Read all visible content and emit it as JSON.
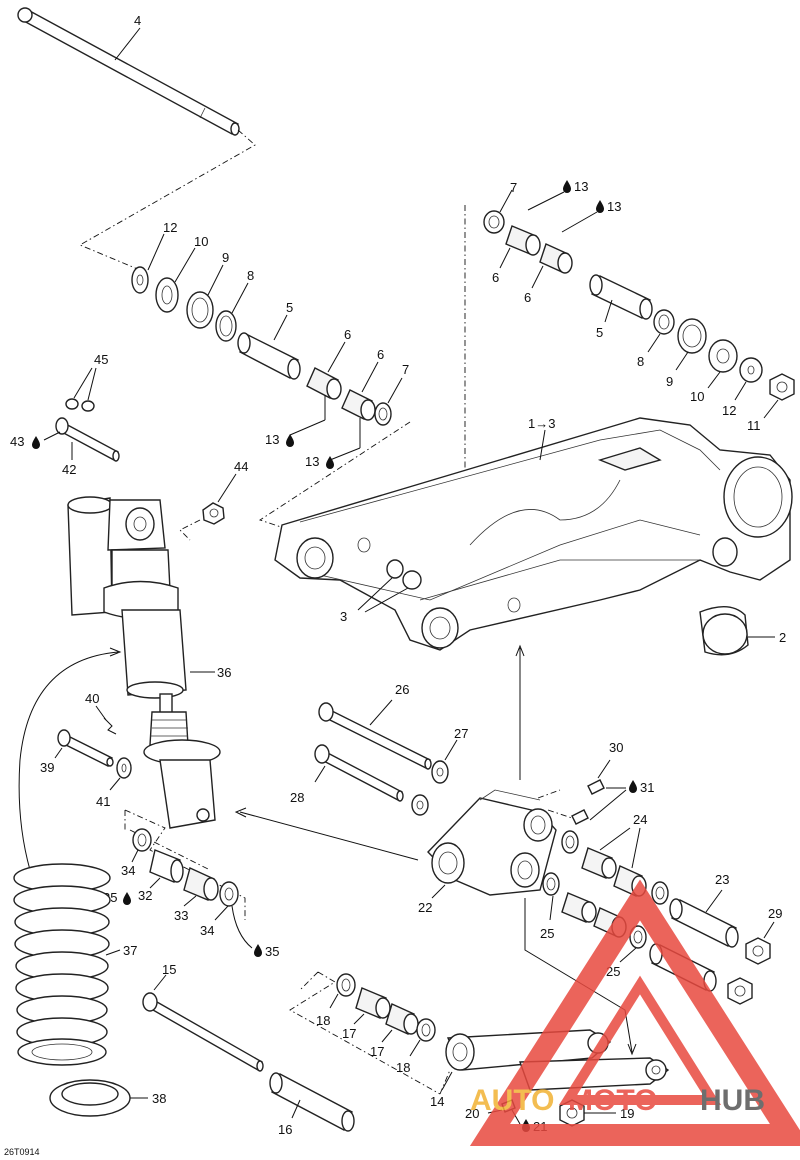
{
  "figure_code": "26T0914",
  "watermark": {
    "left": "AUTO",
    "mid": "MOTO",
    "right": "HUB",
    "color_main": "#e8493f",
    "color_accent": "#f2b233",
    "color_dark": "#555555"
  },
  "callouts": {
    "c4": "4",
    "c12a": "12",
    "c10a": "10",
    "c9a": "9",
    "c8a": "8",
    "c5a": "5",
    "c6a": "6",
    "c6b": "6",
    "c7a": "7",
    "c13a": "13",
    "c13b": "13",
    "c45": "45",
    "c43": "43",
    "c42": "42",
    "c44": "44",
    "c7b": "7",
    "c13c": "13",
    "c13d": "13",
    "c6c": "6",
    "c6d": "6",
    "c5b": "5",
    "c8b": "8",
    "c9b": "9",
    "c10b": "10",
    "c12b": "12",
    "c11": "11",
    "c1": "1→3",
    "c3": "3",
    "c2": "2",
    "c36": "36",
    "c40": "40",
    "c39": "39",
    "c41": "41",
    "c26": "26",
    "c27": "27",
    "c28": "28",
    "c30": "30",
    "c31": "31",
    "c24": "24",
    "c34a": "34",
    "c35a": "35",
    "c32": "32",
    "c33": "33",
    "c34b": "34",
    "c35b": "35",
    "c22": "22",
    "c25a": "25",
    "c25b": "25",
    "c23": "23",
    "c29": "29",
    "c37": "37",
    "c15": "15",
    "c18a": "18",
    "c17a": "17",
    "c17b": "17",
    "c18b": "18",
    "c14": "14",
    "c20": "20",
    "c21": "21",
    "c19": "19",
    "c38": "38",
    "c16": "16"
  }
}
